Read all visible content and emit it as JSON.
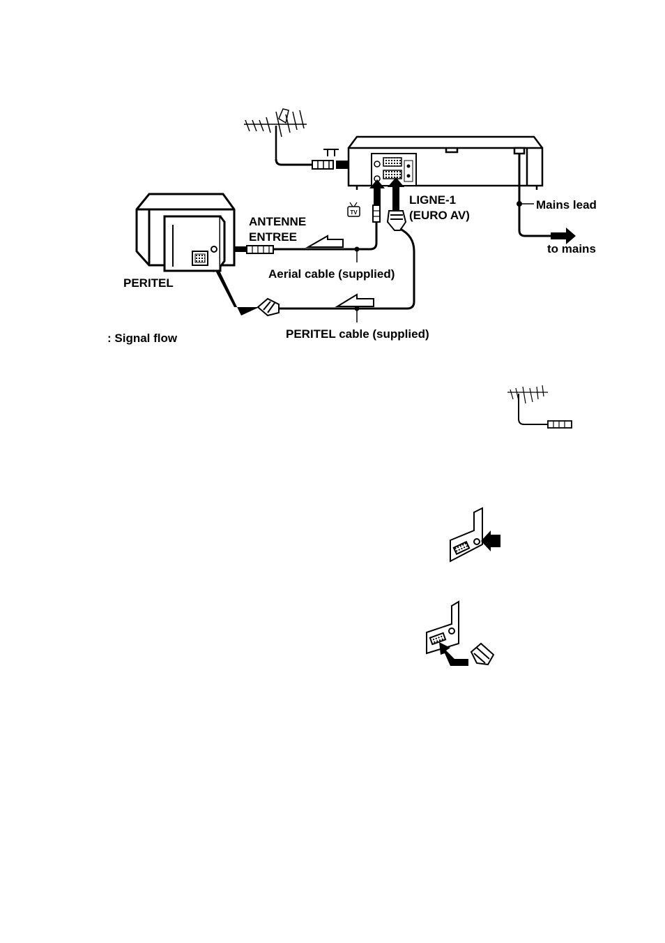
{
  "labels": {
    "antenne_line1": "ANTENNE",
    "antenne_line2": "ENTREE",
    "ligne_line1": "LIGNE-1",
    "ligne_line2": "(EURO AV)",
    "mains_lead": "Mains lead",
    "to_mains": "to mains",
    "peritel": "PERITEL",
    "aerial_cable": "Aerial cable (supplied)",
    "peritel_cable": "PERITEL cable (supplied)",
    "signal_flow": ": Signal flow"
  },
  "icons": {
    "tv_symbol": "TV"
  }
}
